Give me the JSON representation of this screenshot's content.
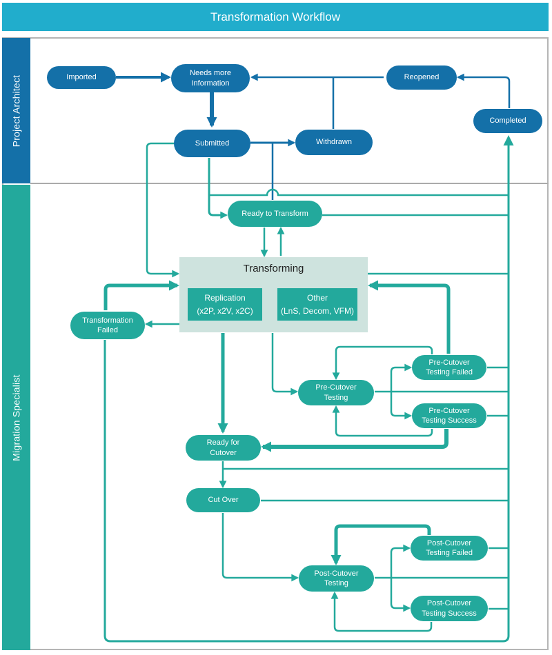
{
  "header": {
    "title": "Transformation Workflow"
  },
  "lanes": {
    "architect": "Project Architect",
    "specialist": "Migration Specialist"
  },
  "nodes": {
    "imported": "Imported",
    "needs_more_info": "Needs more Information",
    "reopened": "Reopened",
    "completed": "Completed",
    "submitted": "Submitted",
    "withdrawn": "Withdrawn",
    "ready_to_transform": "Ready to Transform",
    "transforming": "Transforming",
    "replication_title": "Replication",
    "replication_sub": "(x2P, x2V, x2C)",
    "other_title": "Other",
    "other_sub": "(LnS, Decom, VFM)",
    "transformation_failed": "Transformation Failed",
    "pre_cutover_testing": "Pre-Cutover Testing",
    "pre_cutover_testing_failed": "Pre-Cutover Testing Failed",
    "pre_cutover_testing_success": "Pre-Cutover Testing Success",
    "ready_for_cutover": "Ready for Cutover",
    "cut_over": "Cut Over",
    "post_cutover_testing": "Post-Cutover Testing",
    "post_cutover_testing_failed": "Post-Cutover Testing Failed",
    "post_cutover_testing_success": "Post-Cutover Testing Success"
  },
  "colors": {
    "header_bg": "#21ADCC",
    "architect_blue": "#1470A8",
    "specialist_teal": "#23A99C",
    "transforming_bg": "#CEE3DE",
    "frame_gray": "#B5B5B5",
    "divider_gray": "#ABABAB"
  }
}
